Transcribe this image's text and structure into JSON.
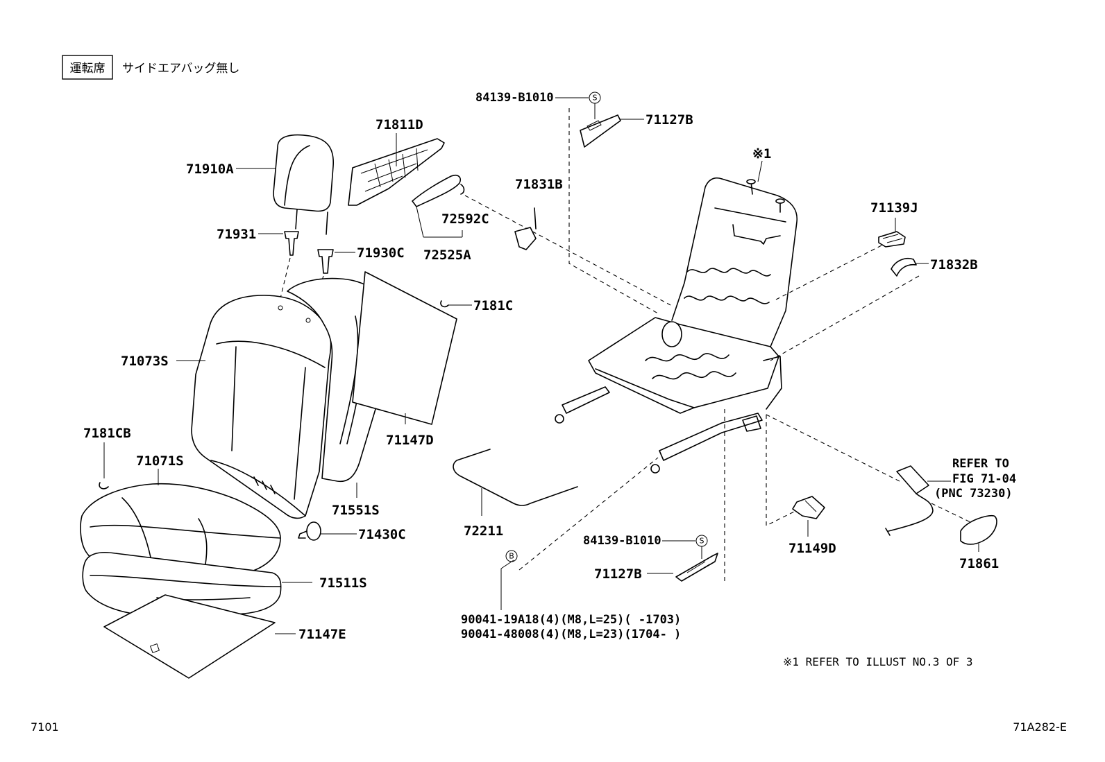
{
  "header": {
    "seat_tag": "運転席",
    "condition": "サイドエアバッグ無し"
  },
  "parts": {
    "p71910A": "71910A",
    "p71931": "71931",
    "p71930C": "71930C",
    "p71811D": "71811D",
    "p72592C": "72592C",
    "p72525A": "72525A",
    "p71831B": "71831B",
    "p84139_top": "84139-B1010",
    "p71127B_top": "71127B",
    "p_star1_frame": "※1",
    "p71139J": "71139J",
    "p71832B": "71832B",
    "p71181C": "7181C",
    "p71073S": "71073S",
    "p71147D": "71147D",
    "p7181CB": "7181CB",
    "p71071S": "71071S",
    "p71551S": "71551S",
    "p72211": "72211",
    "p71430C": "71430C",
    "p71511S": "71511S",
    "p71147E": "71147E",
    "p84139_bottom": "84139-B1010",
    "p71127B_bottom": "71127B",
    "p71149D": "71149D",
    "p71861": "71861",
    "bolt1": "90041-19A18(4)(M8,L=25)(      -1703)",
    "bolt2": "90041-48008(4)(M8,L=23)(1704-      )"
  },
  "refer": {
    "line1": "REFER TO",
    "line2": "FIG 71-04",
    "line3": "(PNC 73230)"
  },
  "marks": {
    "s": "S",
    "b": "B"
  },
  "footnote": "※1  REFER TO ILLUST NO.3 OF 3",
  "footer": {
    "left_code": "7101",
    "right_code": "71A282-E"
  }
}
